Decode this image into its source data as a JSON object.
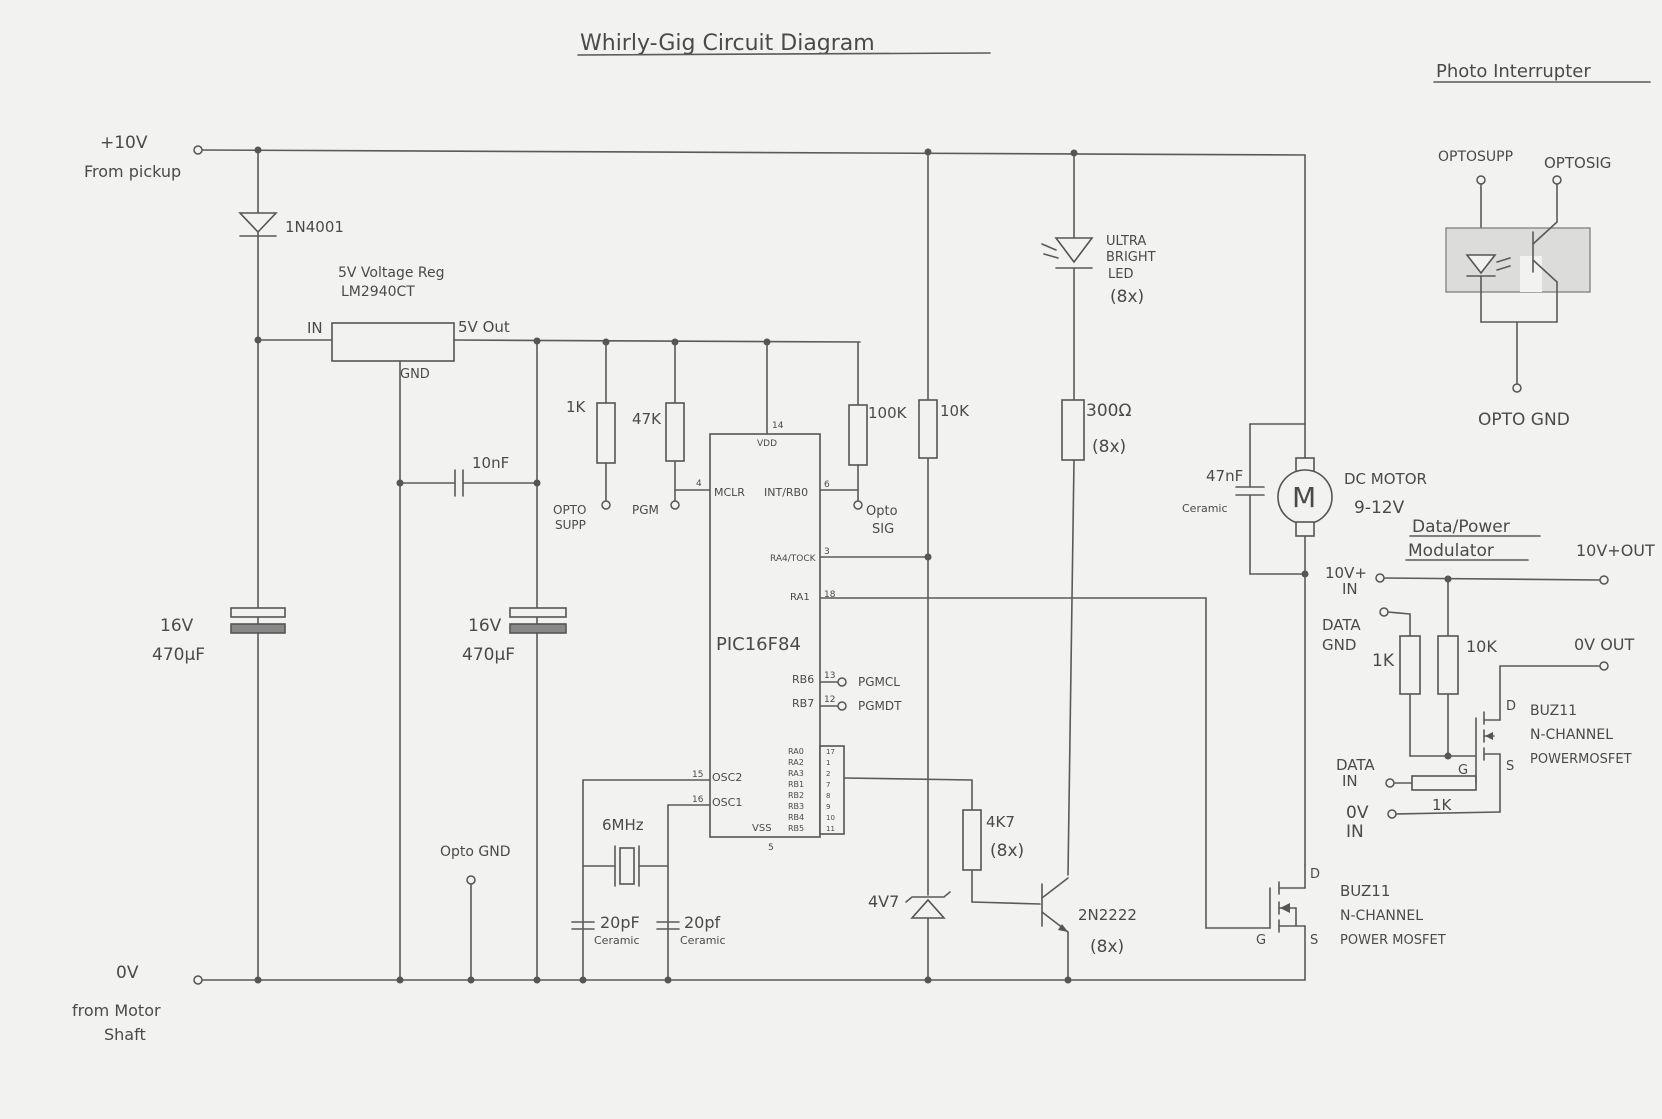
{
  "title": "Whirly-Gig Circuit Diagram",
  "photo_interrupter": {
    "title": "Photo Interrupter",
    "optosupp": "OPTOSUPP",
    "optosig": "OPTOSIG",
    "optognd": "OPTO GND"
  },
  "supply": {
    "plus10v": "+10V",
    "from_pickup": "From pickup",
    "zero_v": "0V",
    "from_motor_line1": "from Motor",
    "from_motor_line2": "Shaft"
  },
  "diode": "1N4001",
  "regulator": {
    "title_line1": "5V Voltage Reg",
    "title_line2": "LM2940CT",
    "in": "IN",
    "out": "5V Out",
    "gnd": "GND"
  },
  "caps": {
    "c10nf": "10nF",
    "c1_voltage": "16V",
    "c1_value": "470µF",
    "c2_voltage": "16V",
    "c2_value": "470µF",
    "c47nf": "47nF",
    "c47nf_type": "Ceramic",
    "c20pf_a": "20pF",
    "c20pf_a_type": "Ceramic",
    "c20pf_b": "20pf",
    "c20pf_b_type": "Ceramic"
  },
  "resistors": {
    "r1k": "1K",
    "r47k": "47K",
    "r100k": "100K",
    "r10k": "10K",
    "r300": "300Ω",
    "r300_qty": "(8x)",
    "r4k7": "4K7",
    "r4k7_qty": "(8x)"
  },
  "terminals": {
    "opto_supp_l1": "OPTO",
    "opto_supp_l2": "SUPP",
    "pgm": "PGM",
    "opto_sig_l1": "Opto",
    "opto_sig_l2": "SIG",
    "opto_gnd": "Opto GND",
    "pgmcl": "PGMCL",
    "pgmdt": "PGMDT"
  },
  "pic": {
    "name": "PIC16F84",
    "vdd": "VDD",
    "vdd_pin": "14",
    "mclr": "MCLR",
    "mclr_pin": "4",
    "int_rb0": "INT/RB0",
    "int_pin": "6",
    "ra4": "RA4/TOCK",
    "ra4_pin": "3",
    "ra1": "RA1",
    "ra1_pin": "18",
    "rb6": "RB6",
    "rb6_pin": "13",
    "rb7": "RB7",
    "rb7_pin": "12",
    "osc2": "OSC2",
    "osc2_pin": "15",
    "osc1": "OSC1",
    "osc1_pin": "16",
    "vss": "VSS",
    "vss_pin": "5",
    "port_pins": [
      "RA0",
      "RA2",
      "RA3",
      "RB1",
      "RB2",
      "RB3",
      "RB4",
      "RB5"
    ],
    "port_pin_numbers": [
      "17",
      "1",
      "2",
      "7",
      "8",
      "9",
      "10",
      "11"
    ]
  },
  "crystal": "6MHz",
  "zener": "4V7",
  "led": {
    "line1": "ULTRA",
    "line2": "BRIGHT",
    "line3": "LED",
    "qty": "(8x)"
  },
  "transistor": {
    "name": "2N2222",
    "qty": "(8x)"
  },
  "motor": {
    "symbol": "M",
    "label": "DC MOTOR",
    "voltage": "9-12V"
  },
  "mosfet_main": {
    "d": "D",
    "g": "G",
    "s": "S",
    "line1": "BUZ11",
    "line2": "N-CHANNEL",
    "line3": "POWER MOSFET"
  },
  "modulator": {
    "title_line1": "Data/Power",
    "title_line2": "Modulator",
    "in_10v_l1": "10V+",
    "in_10v_l2": "IN",
    "out_10v": "10V+OUT",
    "data_gnd_l1": "DATA",
    "data_gnd_l2": "GND",
    "r1k": "1K",
    "r10k": "10K",
    "out_0v": "0V OUT",
    "data_in_l1": "DATA",
    "data_in_l2": "IN",
    "r1k_h": "1K",
    "in_0v_l1": "0V",
    "in_0v_l2": "IN",
    "d": "D",
    "g": "G",
    "s": "S",
    "fet_line1": "BUZ11",
    "fet_line2": "N-CHANNEL",
    "fet_line3": "POWERMOSFET"
  }
}
